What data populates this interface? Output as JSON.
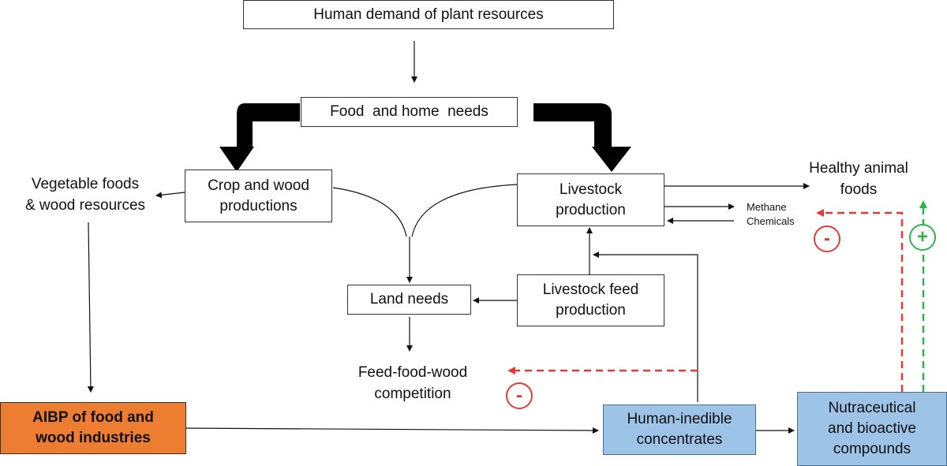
{
  "nodes": {
    "human_demand": "Human demand of plant resources",
    "food_home": "Food  and home  needs",
    "crop_wood": "Crop and wood\nproductions",
    "livestock_production": "Livestock\nproduction",
    "land_needs": "Land needs",
    "livestock_feed": "Livestock feed\nproduction",
    "aibp": "AIBP of food and\nwood industries",
    "inedible": "Human-inedible\nconcentrates",
    "nutraceutical": "Nutraceutical\nand bioactive\ncompounds"
  },
  "labels": {
    "vegetable": "Vegetable foods\n& wood resources",
    "healthy": "Healthy animal\nfoods",
    "methane": "Methane",
    "chemicals": "Chemicals",
    "competition": "Feed-food-wood\ncompetition"
  },
  "signs": {
    "minus": "-",
    "plus": "+"
  },
  "colors": {
    "orange": "#ED7D31",
    "blue": "#9DC3E6",
    "red_dashed": "#e53935",
    "green_dashed": "#2fb44a",
    "heavy_arrow": "#000000"
  }
}
